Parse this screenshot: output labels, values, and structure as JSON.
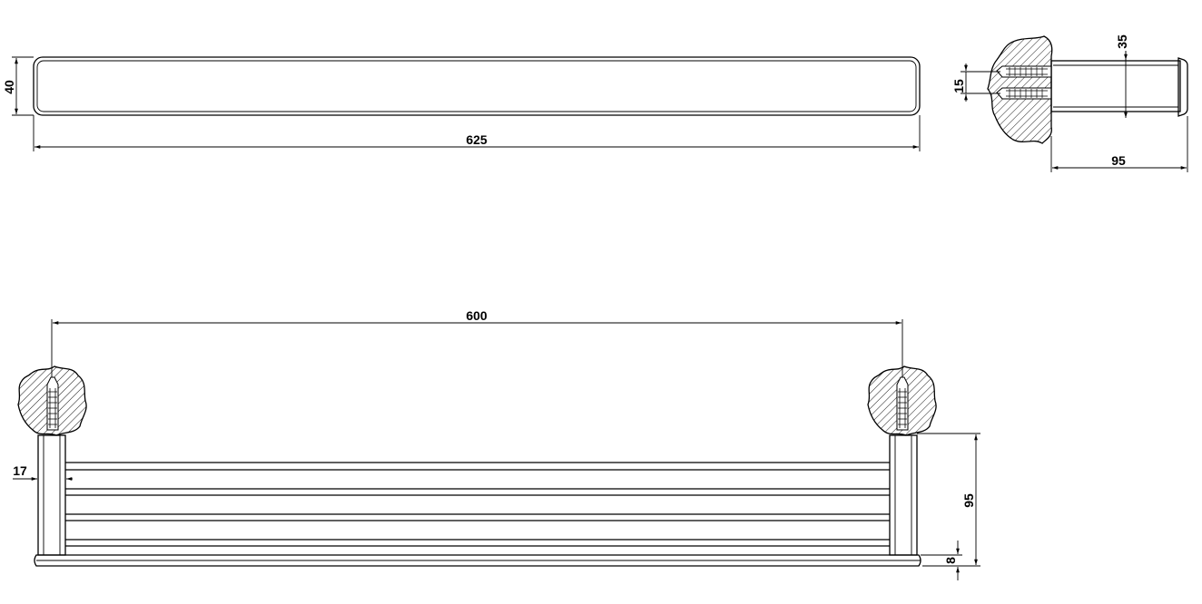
{
  "dimensions": {
    "top_height": "40",
    "top_length": "625",
    "side_depth": "35",
    "side_spacing": "15",
    "side_projection": "95",
    "front_span": "600",
    "front_inset": "17",
    "front_height": "95",
    "front_base": "8"
  }
}
